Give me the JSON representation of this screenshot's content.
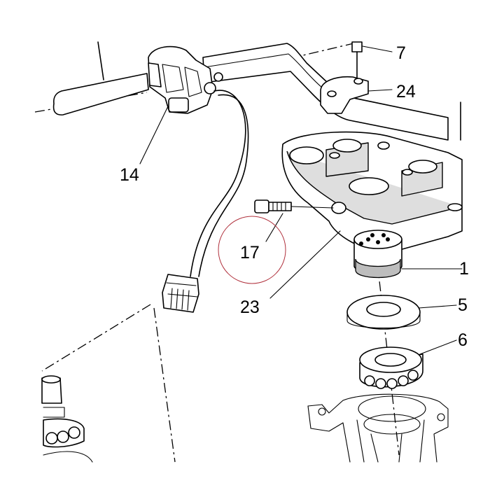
{
  "callouts": [
    {
      "id": "7",
      "label": "7"
    },
    {
      "id": "24",
      "label": "24"
    },
    {
      "id": "14",
      "label": "14"
    },
    {
      "id": "17",
      "label": "17"
    },
    {
      "id": "23",
      "label": "23"
    },
    {
      "id": "1",
      "label": "1"
    },
    {
      "id": "5",
      "label": "5"
    },
    {
      "id": "6",
      "label": "6"
    }
  ],
  "highlight": {
    "callout": "17",
    "color": "#b0303c"
  }
}
